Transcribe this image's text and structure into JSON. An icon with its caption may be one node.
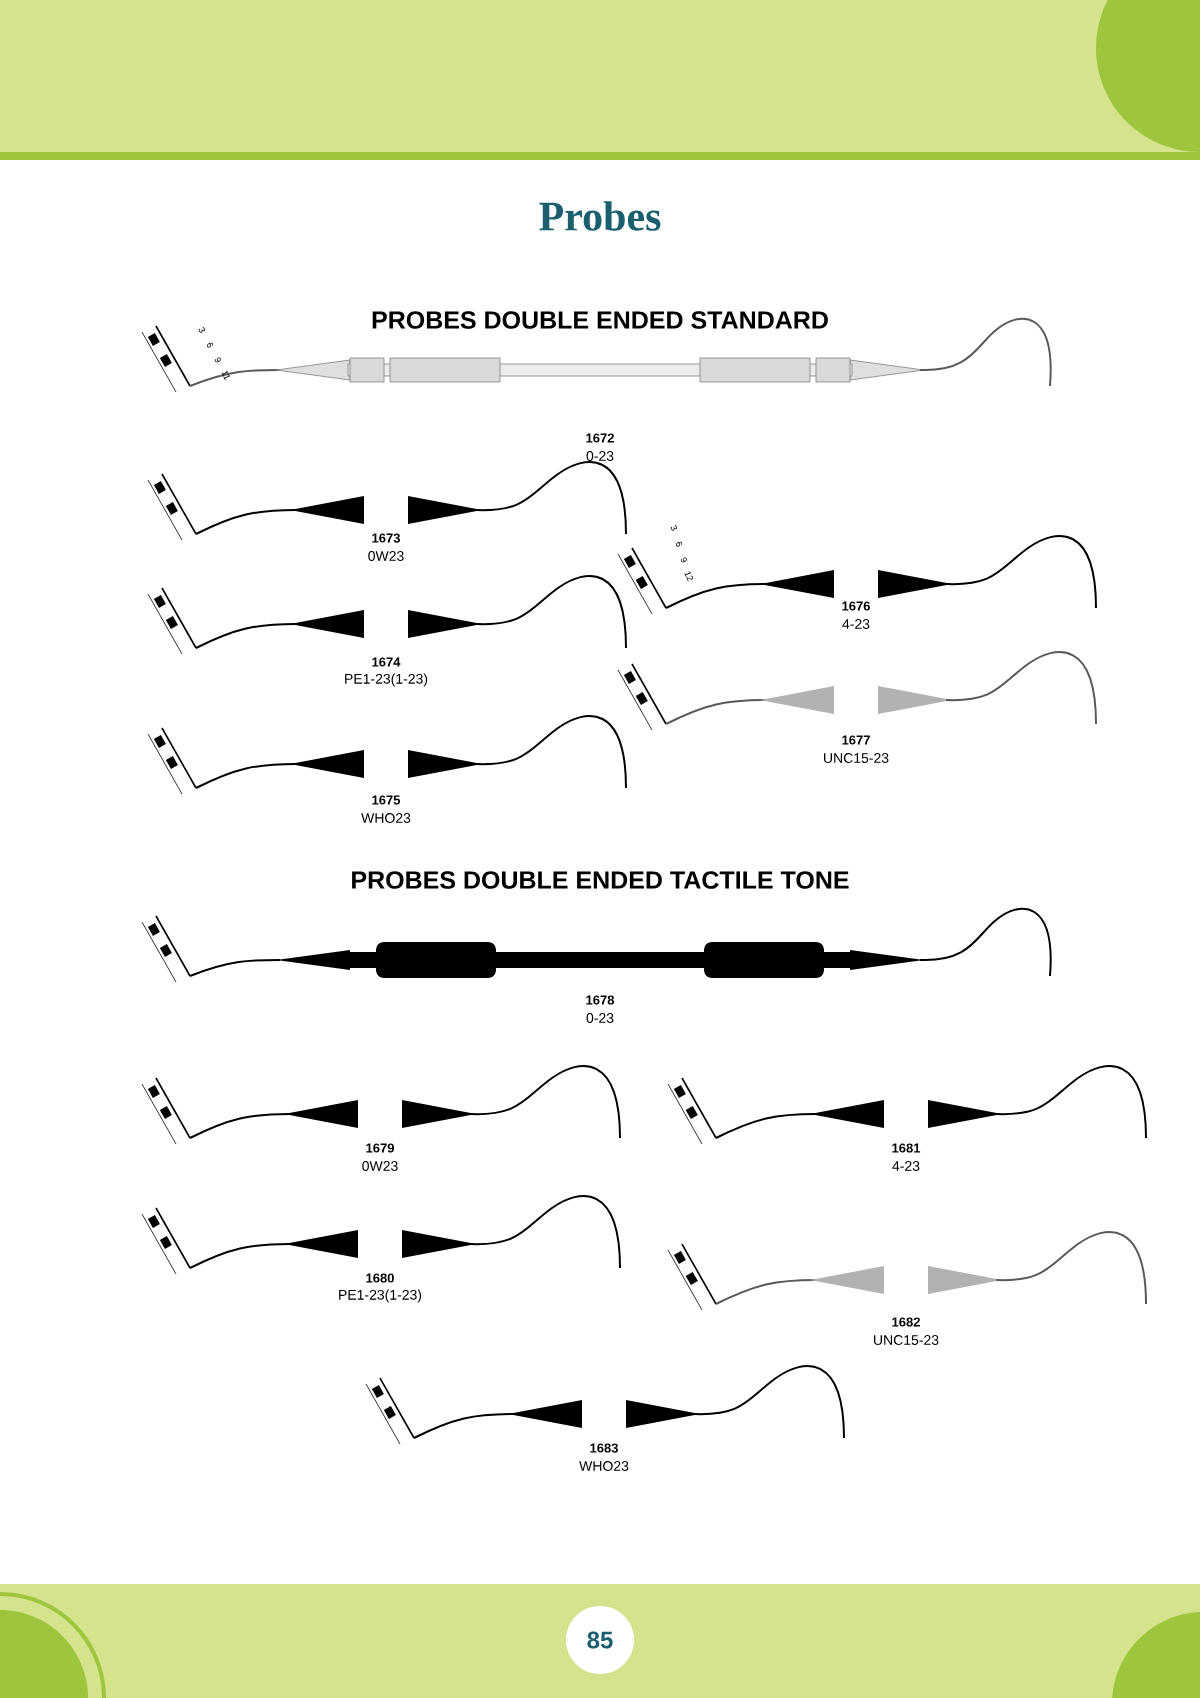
{
  "diagram": {
    "title": "Probes",
    "nodes": [
      {
        "text": [
          "85"
        ]
      }
    ],
    "labels": [
      "PROBES DOUBLE ENDED STANDARD",
      "3",
      "6",
      "9",
      "11",
      "1672",
      "0-23",
      "1673",
      "0W23",
      "3",
      "6",
      "9",
      "12",
      "1676",
      "4-23",
      "1674",
      "PE1-23(1-23)",
      "1675",
      "WHO23",
      "1677",
      "UNC15-23",
      "PROBES DOUBLE ENDED TACTILE TONE",
      "1678",
      "0-23",
      "1679",
      "0W23",
      "1681",
      "4-23",
      "1680",
      "PE1-23(1-23)",
      "1682",
      "UNC15-23",
      "1683",
      "WHO23"
    ]
  }
}
